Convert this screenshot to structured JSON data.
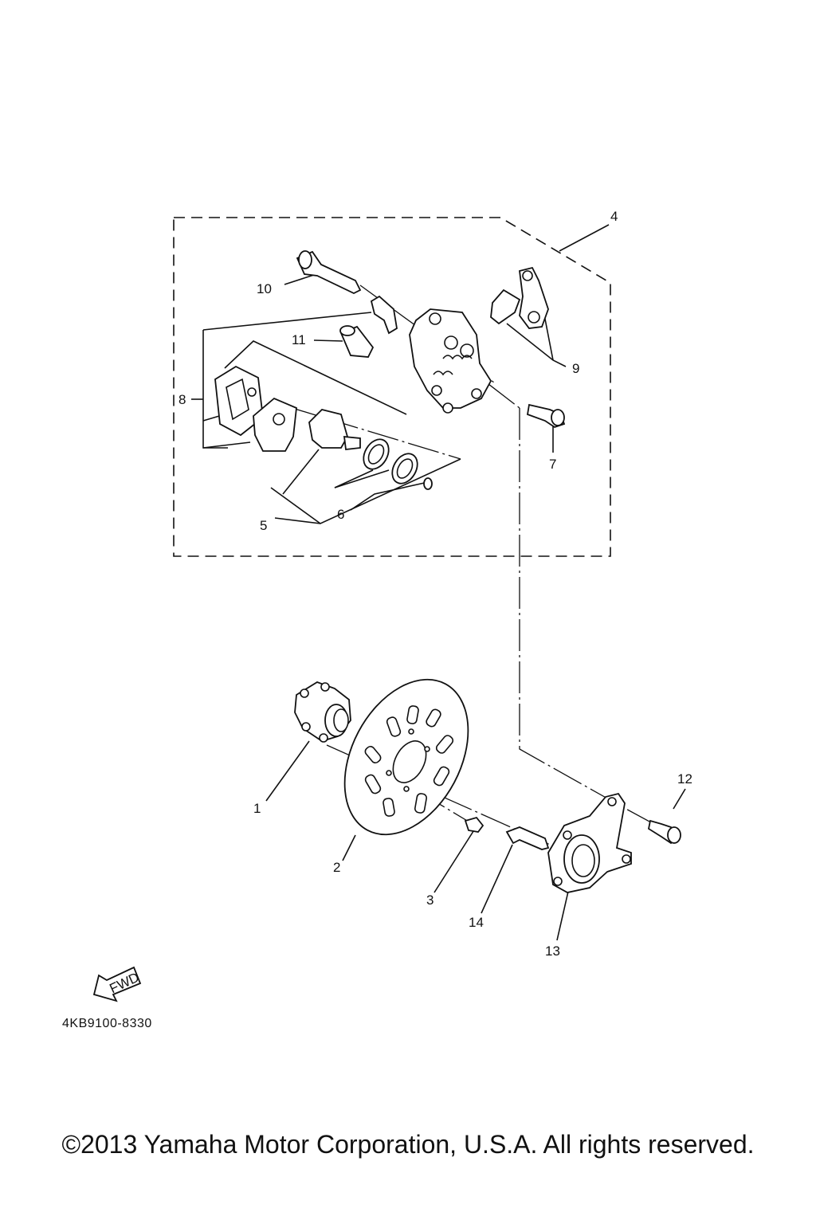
{
  "callouts": [
    "1",
    "2",
    "3",
    "4",
    "5",
    "6",
    "7",
    "8",
    "9",
    "10",
    "11",
    "12",
    "13",
    "14"
  ],
  "fwd_label": "FWD",
  "diagram_code": "4KB9100-8330",
  "copyright": "©2013 Yamaha Motor Corporation, U.S.A. All rights reserved."
}
